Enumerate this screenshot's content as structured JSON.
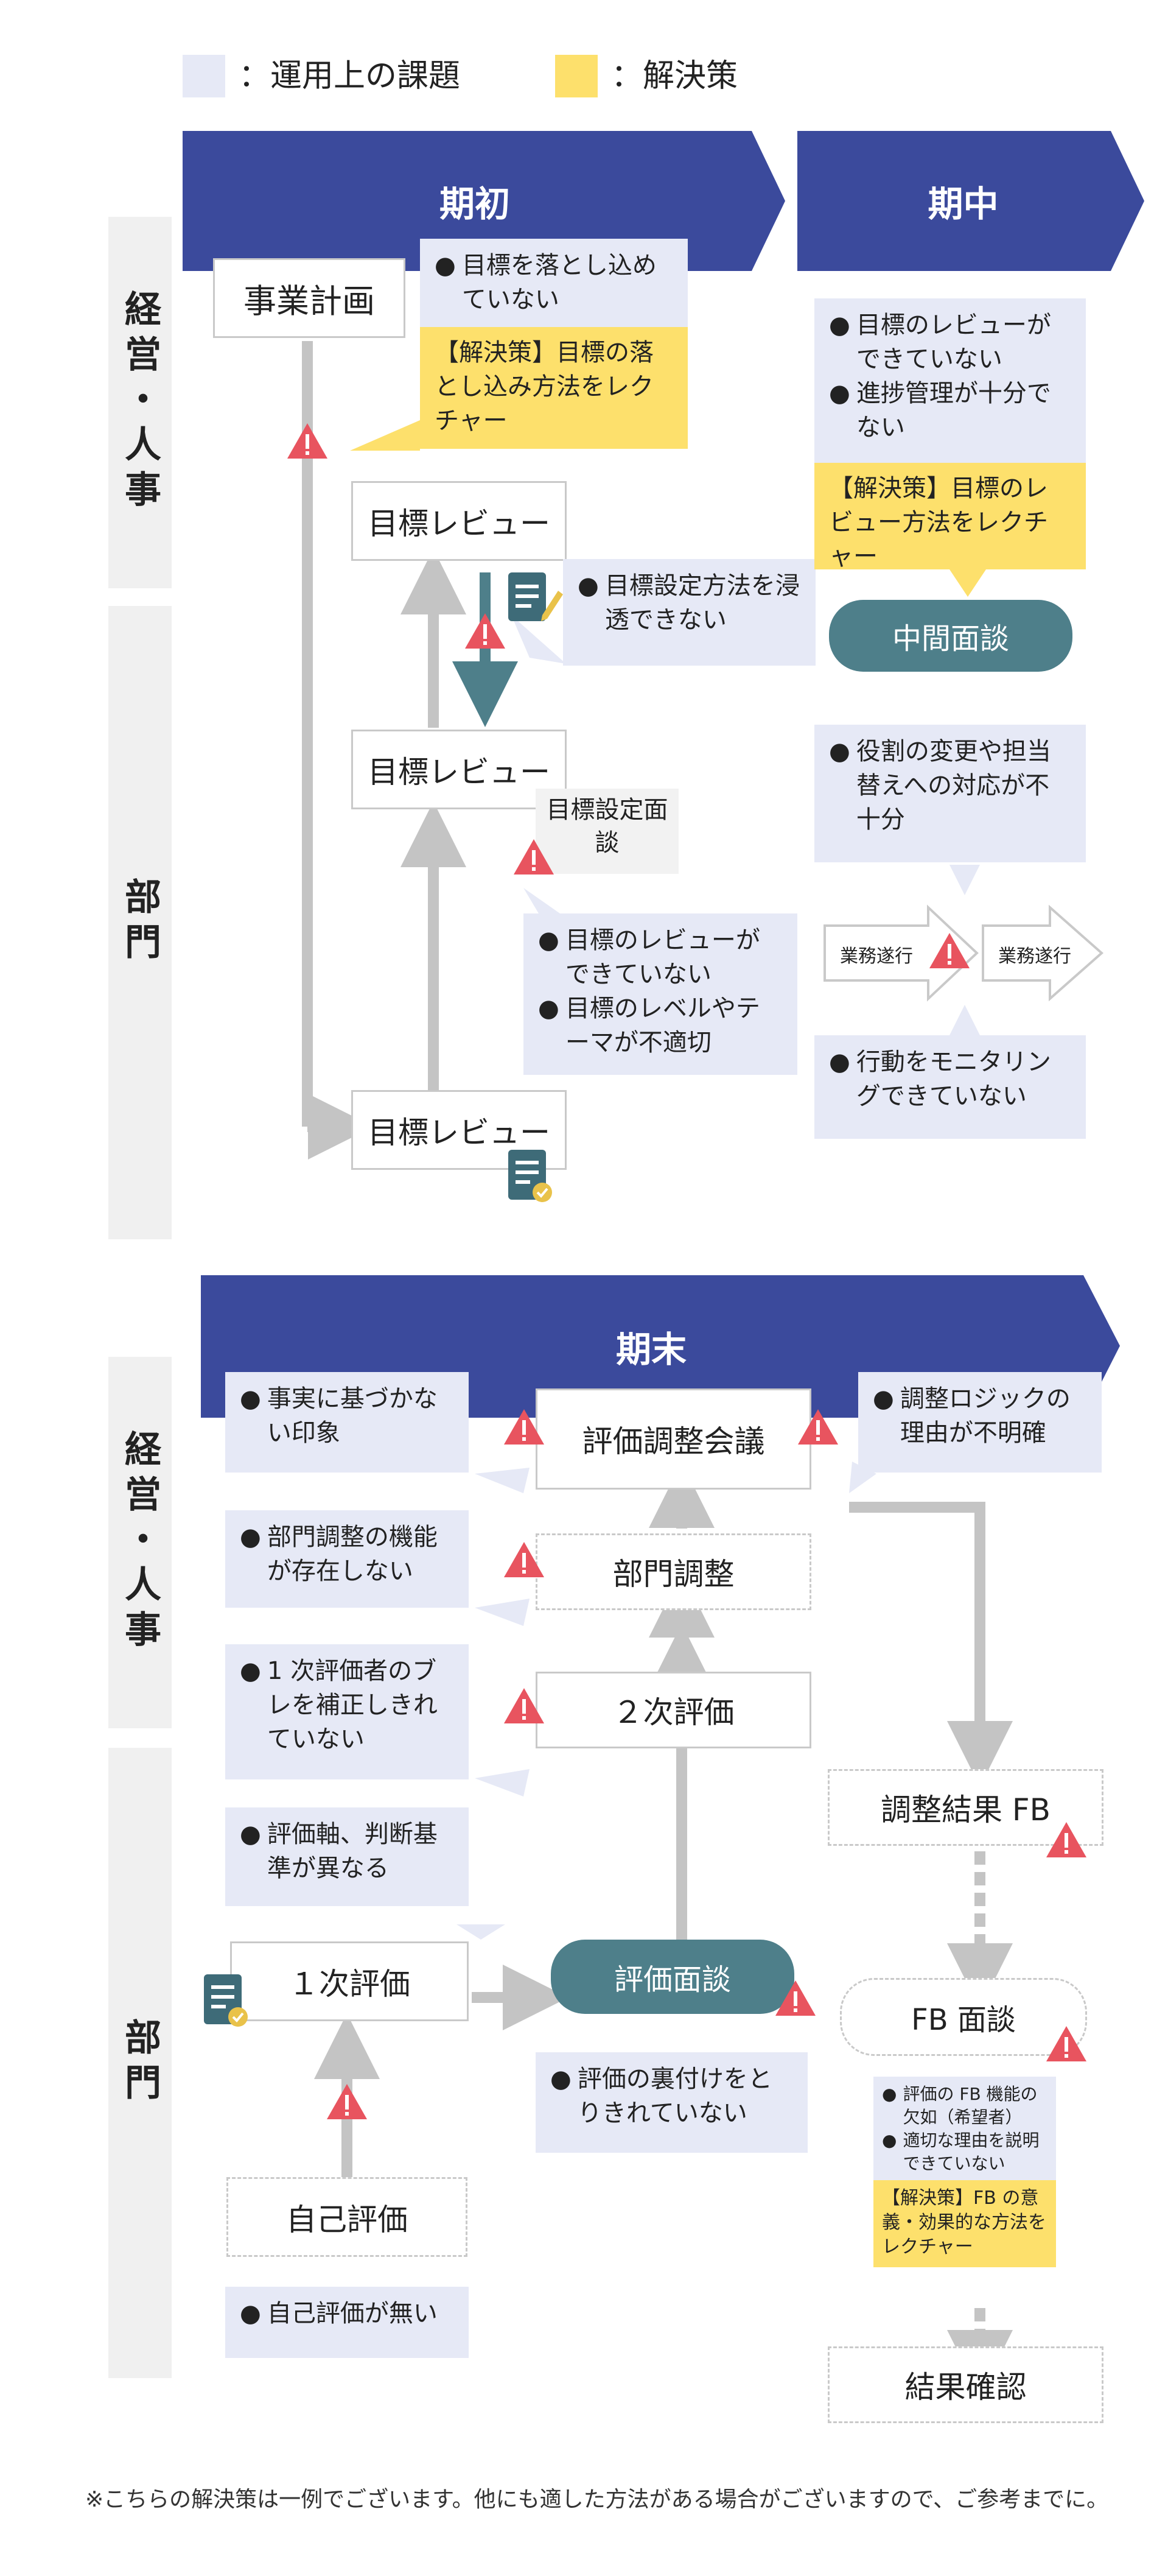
{
  "legend": {
    "issue_label": "：運用上の課題",
    "solution_label": "：解決策",
    "issue_color": "#e6e9f6",
    "solution_color": "#fde06c"
  },
  "phases": {
    "start": "期初",
    "middle": "期中",
    "end": "期末"
  },
  "rows": {
    "management": "経営・人事",
    "department": "部門"
  },
  "colors": {
    "band": "#3b4a9c",
    "oval": "#4e7f8a",
    "warning": "#e8545f",
    "arrow": "#c4c4c4",
    "doc_icon": "#3e6b78"
  },
  "kisho": {
    "nodes": {
      "business_plan": "事業計画",
      "goal_review_1": "目標レビュー",
      "goal_review_2": "目標レビュー",
      "goal_review_3": "目標レビュー",
      "goal_setting_interview": "目標設定面談"
    },
    "issues": {
      "cascade": [
        "目標を落とし込めていない"
      ],
      "penetrate": [
        "目標設定方法を浸透できない"
      ],
      "review": [
        "目標のレビューができていない",
        "目標のレベルやテーマが不適切"
      ]
    },
    "solutions": {
      "cascade": "【解決策】目標の落とし込み方法をレクチャー"
    }
  },
  "kichu": {
    "nodes": {
      "midterm_interview": "中間面談",
      "work_execution_1": "業務遂行",
      "work_execution_2": "業務遂行"
    },
    "issues": {
      "review": [
        "目標のレビューができていない",
        "進捗管理が十分でない"
      ],
      "role_change": [
        "役割の変更や担当替えへの対応が不十分"
      ],
      "monitoring": [
        "行動をモニタリングできていない"
      ]
    },
    "solutions": {
      "review": "【解決策】目標のレビュー方法をレクチャー"
    }
  },
  "kimatsu": {
    "nodes": {
      "calibration_meeting": "評価調整会議",
      "dept_adjustment": "部門調整",
      "second_eval": "２次評価",
      "first_eval": "１次評価",
      "eval_interview": "評価面談",
      "self_eval": "自己評価",
      "adjust_result_fb": "調整結果 FB",
      "fb_interview": "FB 面談",
      "result_confirm": "結果確認"
    },
    "issues": {
      "impression": [
        "事実に基づかない印象"
      ],
      "logic": [
        "調整ロジックの理由が不明確"
      ],
      "dept_function": [
        "部門調整の機能が存在しない"
      ],
      "first_bias": [
        "1 次評価者のブレを補正しきれていない"
      ],
      "criteria": [
        "評価軸、判断基準が異なる"
      ],
      "evidence": [
        "評価の裏付けをとりきれていない"
      ],
      "no_self": [
        "自己評価が無い"
      ],
      "fb": [
        "評価の FB 機能の欠如（希望者）",
        "適切な理由を説明できていない"
      ]
    },
    "solutions": {
      "fb": "【解決策】FB の意義・効果的な方法をレクチャー"
    }
  },
  "footnote": "※こちらの解決策は一例でございます。他にも適した方法がある場合がございますので、ご参考までに。"
}
